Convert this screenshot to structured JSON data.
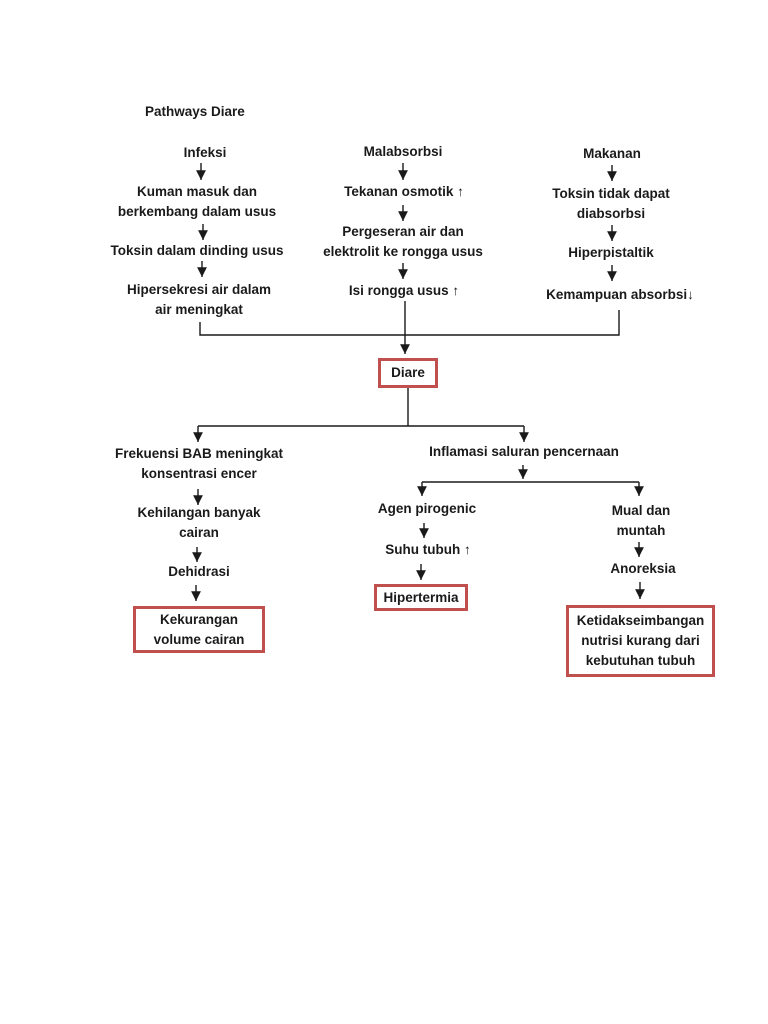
{
  "title": "Pathways Diare",
  "colors": {
    "background": "#ffffff",
    "text": "#1a1a1a",
    "line": "#1a1a1a",
    "box_border": "#c0504d"
  },
  "columns": {
    "infeksi": {
      "header": "Infeksi",
      "step1": "Kuman masuk dan\nberkembang dalam usus",
      "step2": "Toksin dalam dinding usus",
      "step3": "Hipersekresi air dalam\nair meningkat"
    },
    "malabsorbsi": {
      "header": "Malabsorbsi",
      "step1": "Tekanan osmotik ↑",
      "step2": "Pergeseran air dan\nelektrolit ke rongga usus",
      "step3": "Isi rongga usus ↑"
    },
    "makanan": {
      "header": "Makanan",
      "step1": "Toksin tidak dapat\ndiabsorbsi",
      "step2": "Hiperpistaltik",
      "step3": "Kemampuan absorbsi↓"
    }
  },
  "center": {
    "diare": "Diare"
  },
  "left_branch": {
    "step1": "Frekuensi BAB meningkat\nkonsentrasi encer",
    "step2": "Kehilangan banyak\ncairan",
    "step3": "Dehidrasi",
    "outcome": "Kekurangan\nvolume cairan"
  },
  "right_branch": {
    "header": "Inflamasi saluran pencernaan",
    "fever_path": {
      "step1": "Agen pirogenic",
      "step2": "Suhu tubuh ↑",
      "outcome": "Hipertermia"
    },
    "nausea_path": {
      "step1": "Mual dan\nmuntah",
      "step2": "Anoreksia",
      "outcome": "Ketidakseimbangan\nnutrisi kurang dari\nkebutuhan tubuh"
    }
  }
}
